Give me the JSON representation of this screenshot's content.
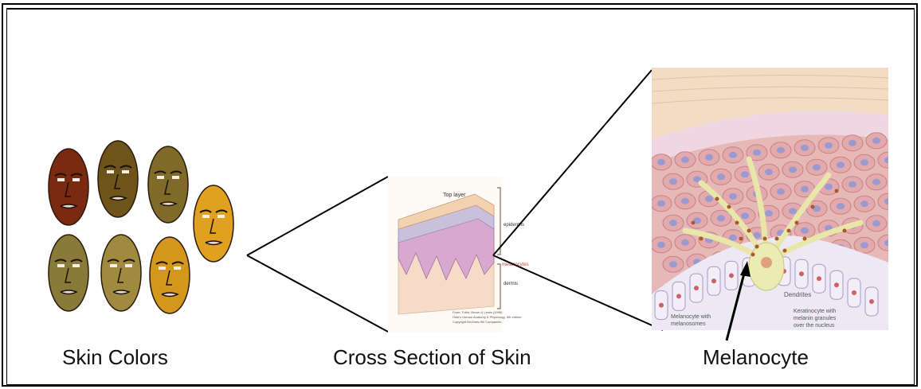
{
  "captions": {
    "skin_colors": "Skin Colors",
    "cross_section": "Cross Section of Skin",
    "melanocyte": "Melanocyte"
  },
  "cross_section_labels": {
    "top_layer": "Top layer",
    "epidermis": "epidermis",
    "melanocytes": "melanocytes",
    "dermis": "dermis",
    "credit_1": "From: Tobin, Brown & Lewis (1998)",
    "credit_2": "Hole's Human Anatomy & Physiology, 8th edition",
    "credit_3": "Copyright McGraw-Hill Companies"
  },
  "melanocyte_labels": {
    "melanocyte_with": "Melanocyte with",
    "melanosomes": "melanosomes",
    "dendrites": "Dendrites",
    "keratinocyte_1": "Keratinocyte with",
    "keratinocyte_2": "melanin granules",
    "keratinocyte_3": "over the nucleus"
  },
  "face_colors": [
    "#7a2a10",
    "#6e5418",
    "#7f6a2a",
    "#e0a020",
    "#8a7a3a",
    "#a08a40",
    "#d4961c"
  ]
}
